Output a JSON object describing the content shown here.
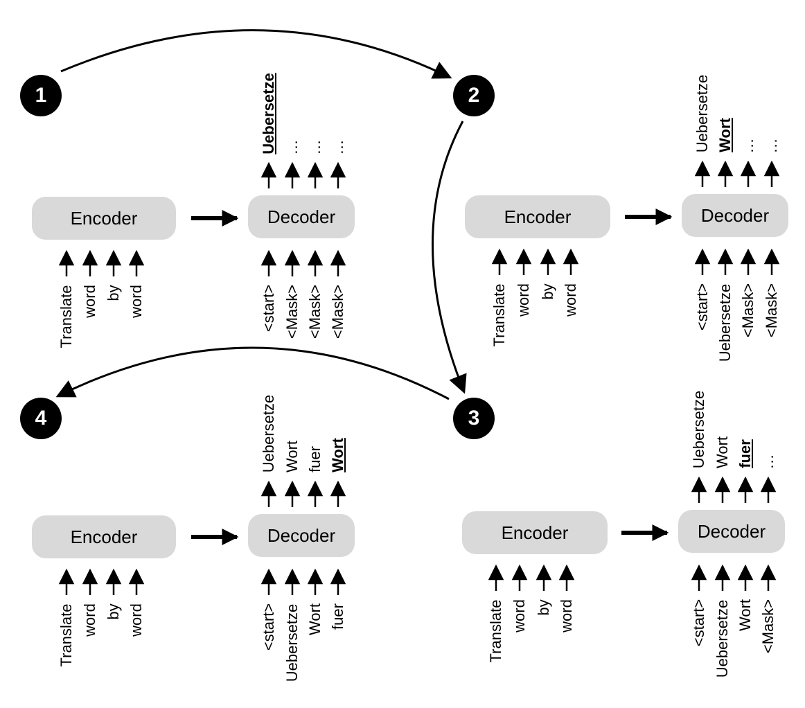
{
  "steps": [
    "1",
    "2",
    "3",
    "4"
  ],
  "encoder_label": "Encoder",
  "decoder_label": "Decoder",
  "encoder_inputs": [
    "Translate",
    "word",
    "by",
    "word"
  ],
  "panel1": {
    "decoder_inputs": [
      "<start>",
      "<Mask>",
      "<Mask>",
      "<Mask>"
    ],
    "decoder_outputs": [
      "Uebersetze",
      "...",
      "...",
      "..."
    ],
    "highlight_index": 0
  },
  "panel2": {
    "decoder_inputs": [
      "<start>",
      "Uebersetze",
      "<Mask>",
      "<Mask>"
    ],
    "decoder_outputs": [
      "Uebersetze",
      "Wort",
      "...",
      "..."
    ],
    "highlight_index": 1
  },
  "panel3": {
    "decoder_inputs": [
      "<start>",
      "Uebersetze",
      "Wort",
      "<Mask>"
    ],
    "decoder_outputs": [
      "Uebersetze",
      "Wort",
      "fuer",
      "..."
    ],
    "highlight_index": 2
  },
  "panel4": {
    "decoder_inputs": [
      "<start>",
      "Uebersetze",
      "Wort",
      "fuer"
    ],
    "decoder_outputs": [
      "Uebersetze",
      "Wort",
      "fuer",
      "Wort"
    ],
    "highlight_index": 3
  }
}
